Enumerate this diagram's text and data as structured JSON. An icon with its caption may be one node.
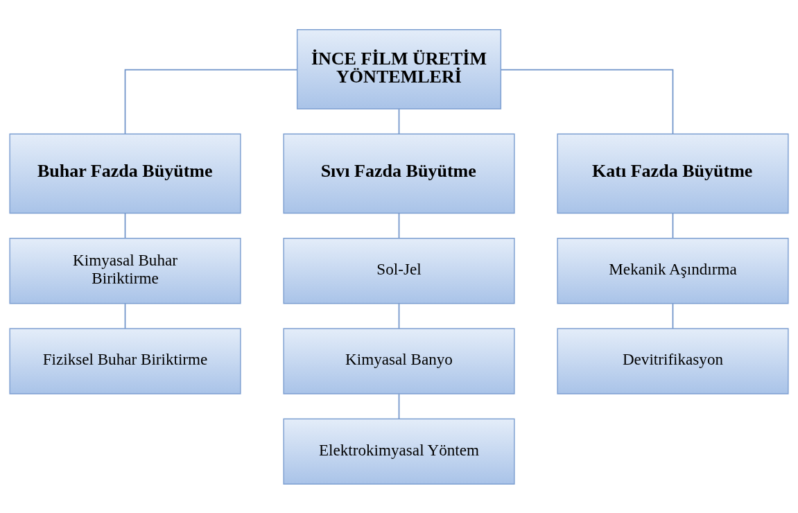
{
  "diagram": {
    "nodes": [
      {
        "text": [
          "İNCE FİLM ÜRETİM YÖNTEMLERİ"
        ]
      },
      {
        "text": [
          "Buhar Fazda Büyütme"
        ]
      },
      {
        "text": [
          "Sıvı Fazda Büyütme"
        ]
      },
      {
        "text": [
          "Katı Fazda Büyütme"
        ]
      },
      {
        "text": [
          "Kimyasal Buhar Biriktirme"
        ]
      },
      {
        "text": [
          "Fiziksel Buhar Biriktirme"
        ]
      },
      {
        "text": [
          "Sol-Jel"
        ]
      },
      {
        "text": [
          "Kimyasal Banyo"
        ]
      },
      {
        "text": [
          "Elektrokimyasal Yöntem"
        ]
      },
      {
        "text": [
          "Mekanik Aşındırma"
        ]
      },
      {
        "text": [
          "Devitrifikasyon"
        ]
      }
    ],
    "edges": [
      {
        "from": 0,
        "to": 1,
        "arrow": "none"
      },
      {
        "from": 0,
        "to": 2,
        "arrow": "none"
      },
      {
        "from": 0,
        "to": 3,
        "arrow": "none"
      },
      {
        "from": 1,
        "to": 4,
        "arrow": "none"
      },
      {
        "from": 4,
        "to": 5,
        "arrow": "none"
      },
      {
        "from": 2,
        "to": 6,
        "arrow": "none"
      },
      {
        "from": 6,
        "to": 7,
        "arrow": "none"
      },
      {
        "from": 7,
        "to": 8,
        "arrow": "none"
      },
      {
        "from": 3,
        "to": 9,
        "arrow": "none"
      },
      {
        "from": 9,
        "to": 10,
        "arrow": "none"
      }
    ]
  }
}
